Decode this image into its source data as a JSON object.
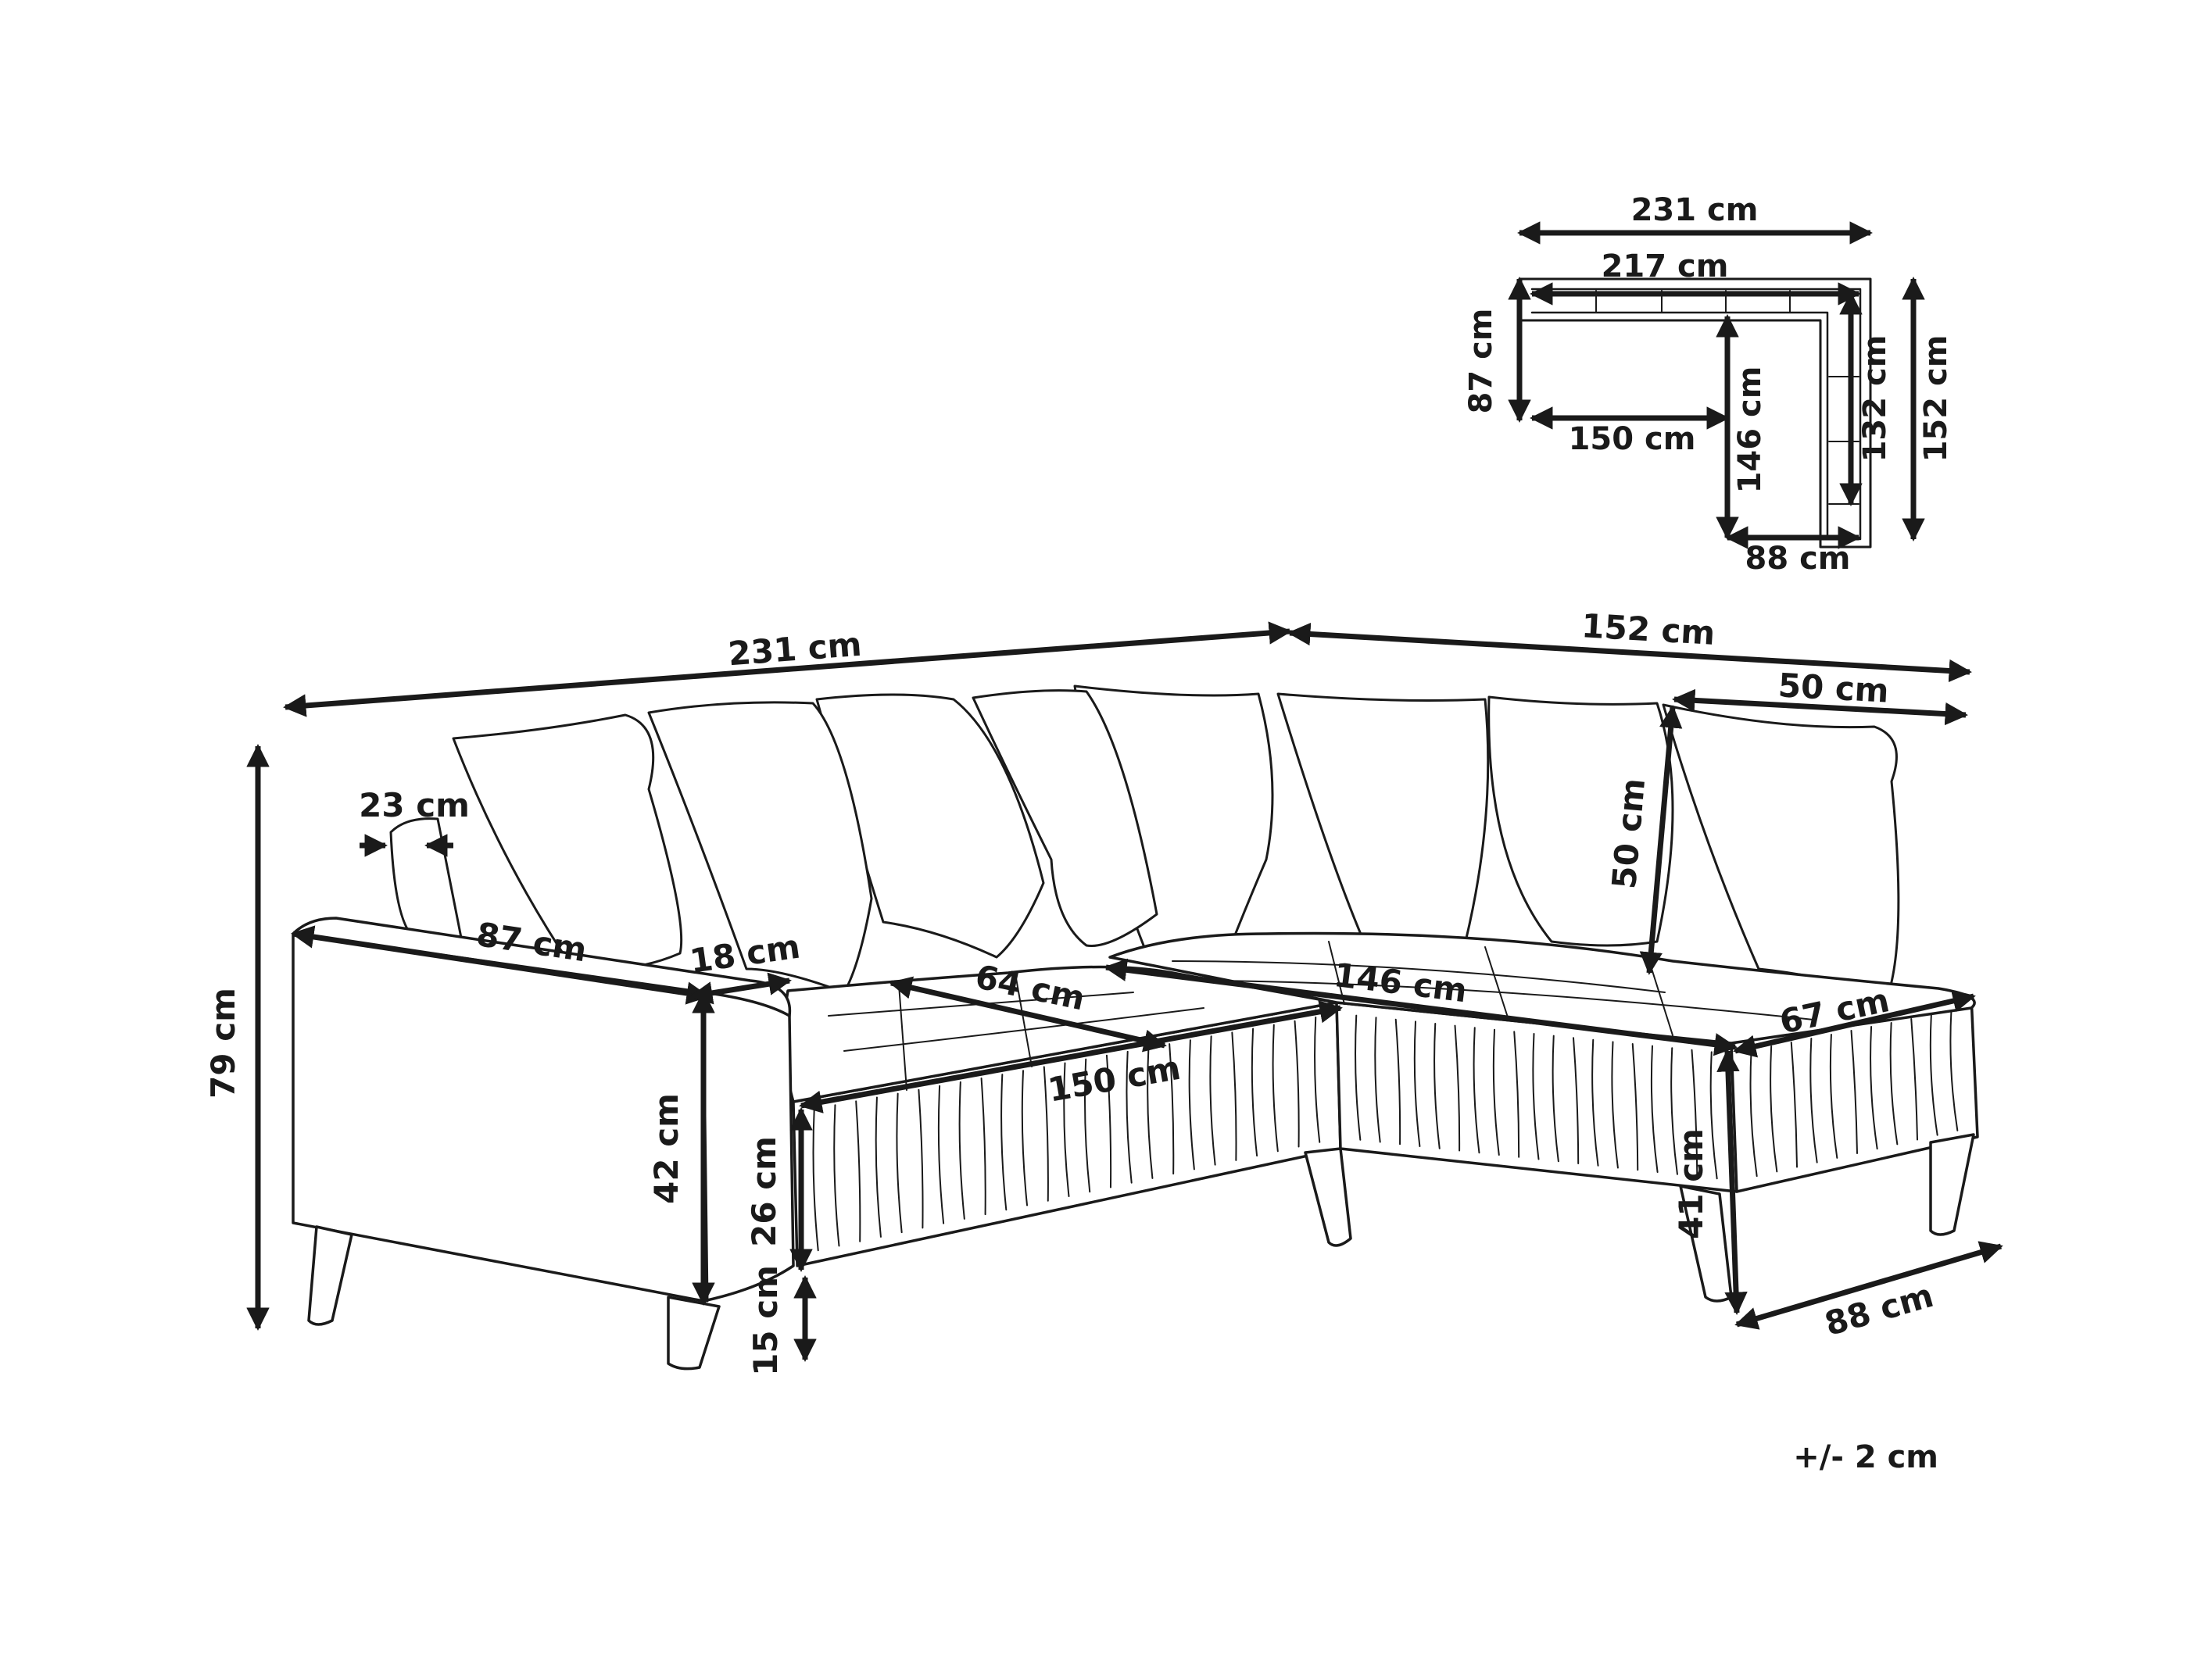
{
  "colors": {
    "ink": "#1a1a1a",
    "background": "#ffffff"
  },
  "plan": {
    "width_total": "231 cm",
    "width_inner": "217 cm",
    "depth_left": "87 cm",
    "seat_span": "150 cm",
    "depth_chaise": "146 cm",
    "depth_inner_right": "132 cm",
    "depth_total_right": "152 cm",
    "chaise_width": "88 cm"
  },
  "sofa": {
    "overall_width": "231 cm",
    "overall_depth": "152 cm",
    "cushion_width": "50 cm",
    "cushion_height": "50 cm",
    "armrest_width": "23 cm",
    "overall_height": "79 cm",
    "armrest_length": "87 cm",
    "armrest_thickness": "18 cm",
    "seat_depth": "64 cm",
    "seat_length_main": "150 cm",
    "seat_length_chaise": "146 cm",
    "chaise_seat_width": "67 cm",
    "arm_height": "42 cm",
    "base_height": "26 cm",
    "leg_height": "15 cm",
    "seat_height": "41 cm",
    "chaise_width": "88 cm"
  },
  "tolerance": "+/- 2 cm"
}
